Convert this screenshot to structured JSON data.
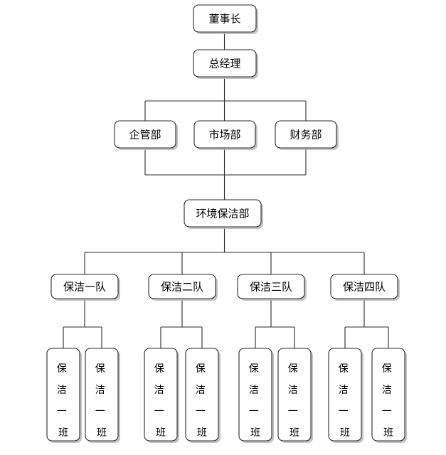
{
  "chart_data": {
    "type": "diagram",
    "title": "",
    "diagram_kind": "organization-chart",
    "orientation": "top-down",
    "levels": [
      {
        "level": 1,
        "labels": [
          "董事长"
        ]
      },
      {
        "level": 2,
        "labels": [
          "总经理"
        ]
      },
      {
        "level": 3,
        "labels": [
          "企管部",
          "市场部",
          "财务部"
        ]
      },
      {
        "level": 4,
        "labels": [
          "环境保洁部"
        ]
      },
      {
        "level": 5,
        "labels": [
          "保洁一队",
          "保洁二队",
          "保洁三队",
          "保洁四队"
        ]
      },
      {
        "level": 6,
        "labels": [
          "保洁一班",
          "保洁一班",
          "保洁一班",
          "保洁一班",
          "保洁一班",
          "保洁一班",
          "保洁一班",
          "保洁一班"
        ]
      }
    ],
    "edges": [
      {
        "from": "董事长",
        "to": "总经理"
      },
      {
        "from": "总经理",
        "to": "企管部"
      },
      {
        "from": "总经理",
        "to": "市场部"
      },
      {
        "from": "总经理",
        "to": "财务部"
      },
      {
        "from": "企管部",
        "to": "环境保洁部"
      },
      {
        "from": "市场部",
        "to": "环境保洁部"
      },
      {
        "from": "财务部",
        "to": "环境保洁部"
      },
      {
        "from": "环境保洁部",
        "to": "保洁一队"
      },
      {
        "from": "环境保洁部",
        "to": "保洁二队"
      },
      {
        "from": "环境保洁部",
        "to": "保洁三队"
      },
      {
        "from": "环境保洁部",
        "to": "保洁四队"
      },
      {
        "from": "保洁一队",
        "to": "保洁一班"
      },
      {
        "from": "保洁二队",
        "to": "保洁一班"
      },
      {
        "from": "保洁三队",
        "to": "保洁一班"
      },
      {
        "from": "保洁四队",
        "to": "保洁一班"
      }
    ],
    "colors": {
      "background": "#ffffff",
      "box_fill": "#ffffff",
      "box_stroke": "#2b2b2b",
      "shadow": "#b9b9b9",
      "text": "#000000"
    }
  },
  "nodes": {
    "chairman": {
      "label": "董事长"
    },
    "general_manager": {
      "label": "总经理"
    },
    "dept_enterprise": {
      "label": "企管部"
    },
    "dept_market": {
      "label": "市场部"
    },
    "dept_finance": {
      "label": "财务部"
    },
    "dept_cleaning": {
      "label": "环境保洁部"
    },
    "team1": {
      "label": "保洁一队"
    },
    "team2": {
      "label": "保洁二队"
    },
    "team3": {
      "label": "保洁三队"
    },
    "team4": {
      "label": "保洁四队"
    },
    "squads": [
      {
        "chars": [
          "保",
          "洁",
          "一",
          "班"
        ]
      },
      {
        "chars": [
          "保",
          "洁",
          "一",
          "班"
        ]
      },
      {
        "chars": [
          "保",
          "洁",
          "一",
          "班"
        ]
      },
      {
        "chars": [
          "保",
          "洁",
          "一",
          "班"
        ]
      },
      {
        "chars": [
          "保",
          "洁",
          "一",
          "班"
        ]
      },
      {
        "chars": [
          "保",
          "洁",
          "一",
          "班"
        ]
      },
      {
        "chars": [
          "保",
          "洁",
          "一",
          "班"
        ]
      },
      {
        "chars": [
          "保",
          "洁",
          "一",
          "班"
        ]
      }
    ]
  }
}
